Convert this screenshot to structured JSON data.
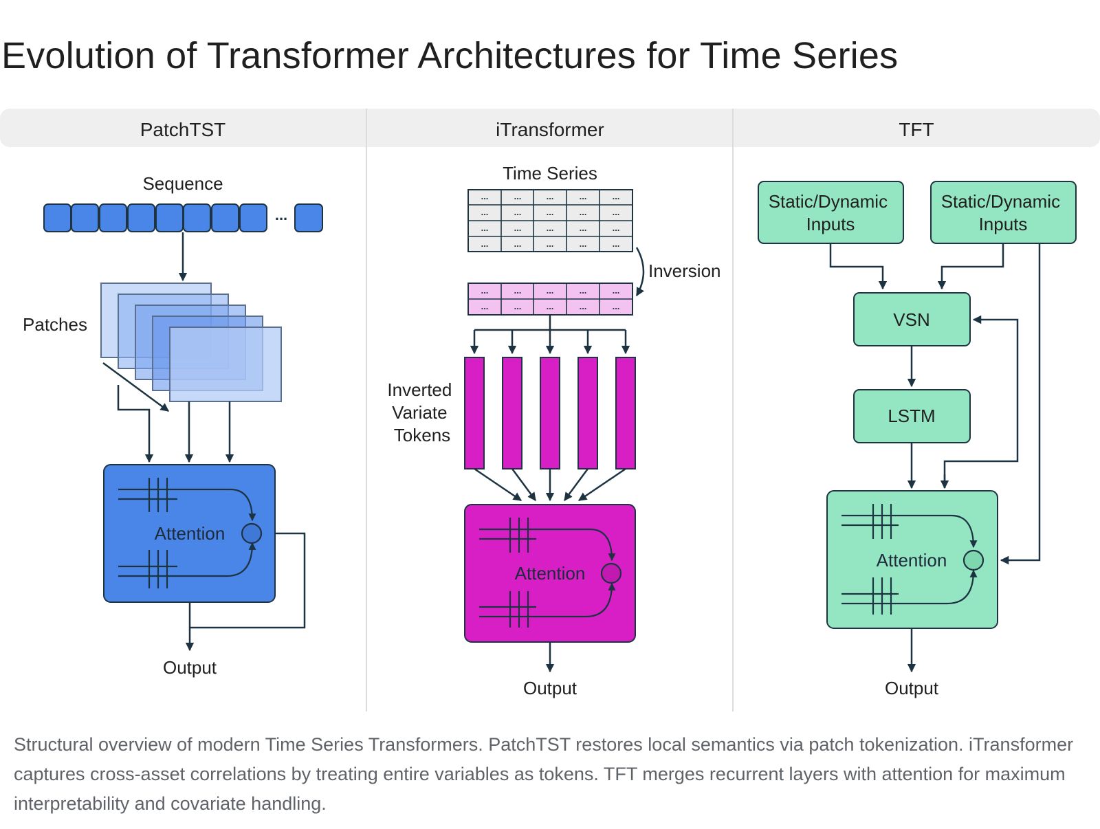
{
  "title": "Evolution of Transformer Architectures for Time Series",
  "columns": {
    "patchtst": {
      "header": "PatchTST",
      "sequence_label": "Sequence",
      "ellipsis": "...",
      "patches_label": "Patches",
      "attention_label": "Attention",
      "output_label": "Output"
    },
    "itransformer": {
      "header": "iTransformer",
      "time_series_label": "Time Series",
      "cell_text": "...",
      "inversion_label": "Inversion",
      "tokens_label": [
        "Inverted",
        "Variate",
        "Tokens"
      ],
      "attention_label": "Attention",
      "output_label": "Output"
    },
    "tft": {
      "header": "TFT",
      "input_left_label": [
        "Static/Dynamic",
        "Inputs"
      ],
      "input_right_label": [
        "Static/Dynamic",
        "Inputs"
      ],
      "vsn_label": "VSN",
      "lstm_label": "LSTM",
      "attention_label": "Attention",
      "output_label": "Output"
    }
  },
  "colors": {
    "patchtst_blue": "#4a86e8",
    "patch_light": "#a9c4f5",
    "itransformer_magenta": "#d81fc6",
    "itransformer_token_pink": "#f4c2f0",
    "tft_green": "#94e6c2",
    "line_dark": "#1d3342",
    "header_bg": "#efefef"
  },
  "caption": "Structural overview of modern Time Series Transformers. PatchTST restores local semantics via patch tokenization. iTransformer captures cross-asset correlations by treating entire variables as tokens. TFT merges recurrent layers with attention for maximum interpretability and covariate handling."
}
